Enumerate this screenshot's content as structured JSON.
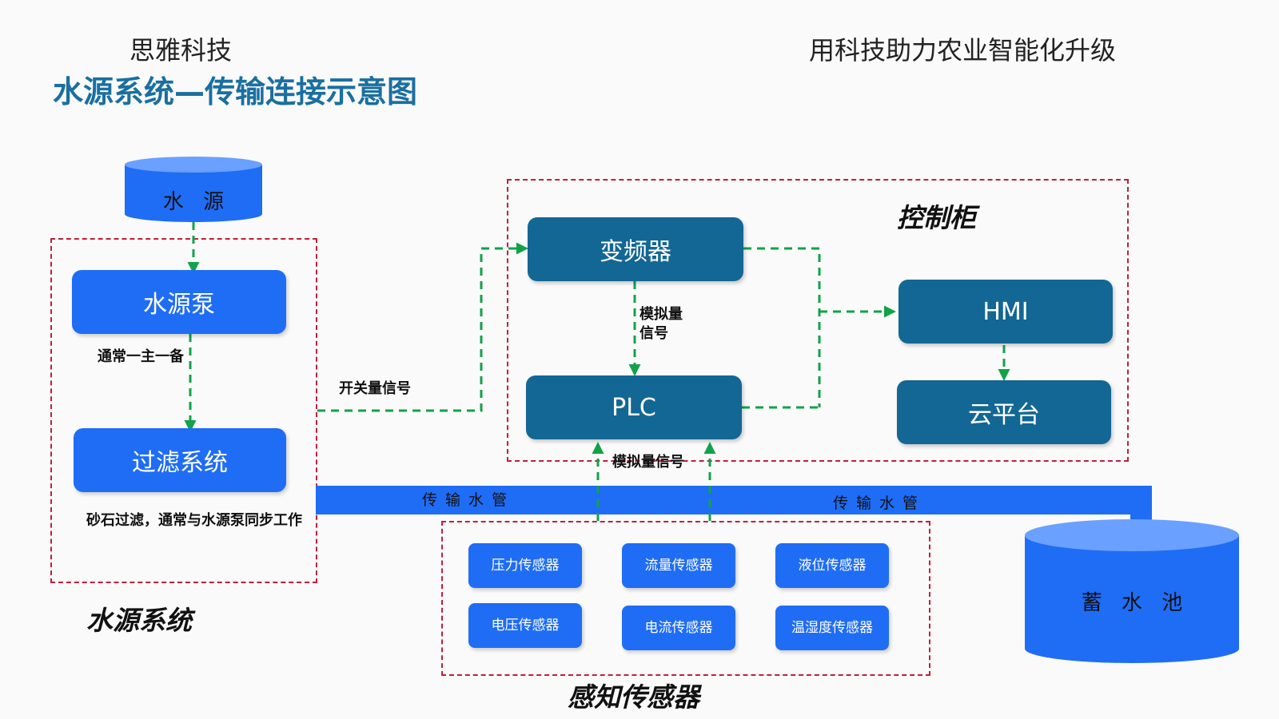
{
  "header": {
    "company": "思雅科技",
    "slogan": "用科技助力农业智能化升级",
    "title": "水源系统—传输连接示意图"
  },
  "water_source": {
    "label": "水 源"
  },
  "water_system": {
    "title": "水源系统",
    "pump": "水源泵",
    "pump_note": "通常一主一备",
    "filter": "过滤系统",
    "filter_note": "砂石过滤，通常与水源泵同步工作"
  },
  "control_cabinet": {
    "title": "控制柜",
    "vfd": "变频器",
    "plc": "PLC",
    "hmi": "HMI",
    "cloud": "云平台",
    "analog_signal": "模拟量信号"
  },
  "signals": {
    "switch_signal": "开关量信号",
    "analog_signal": "模拟量信号"
  },
  "pipe": {
    "label_left": "传输水管",
    "label_right": "传输水管"
  },
  "sensors": {
    "title": "感知传感器",
    "items": [
      "压力传感器",
      "流量传感器",
      "液位传感器",
      "电压传感器",
      "电流传感器",
      "温湿度传感器"
    ]
  },
  "reservoir": {
    "label": "蓄 水 池"
  },
  "colors": {
    "blue": "#1f6df5",
    "navy": "#136794",
    "title_blue": "#1a6fa0",
    "dashed_red": "#c0203a",
    "arrow_green": "#12a24a"
  }
}
